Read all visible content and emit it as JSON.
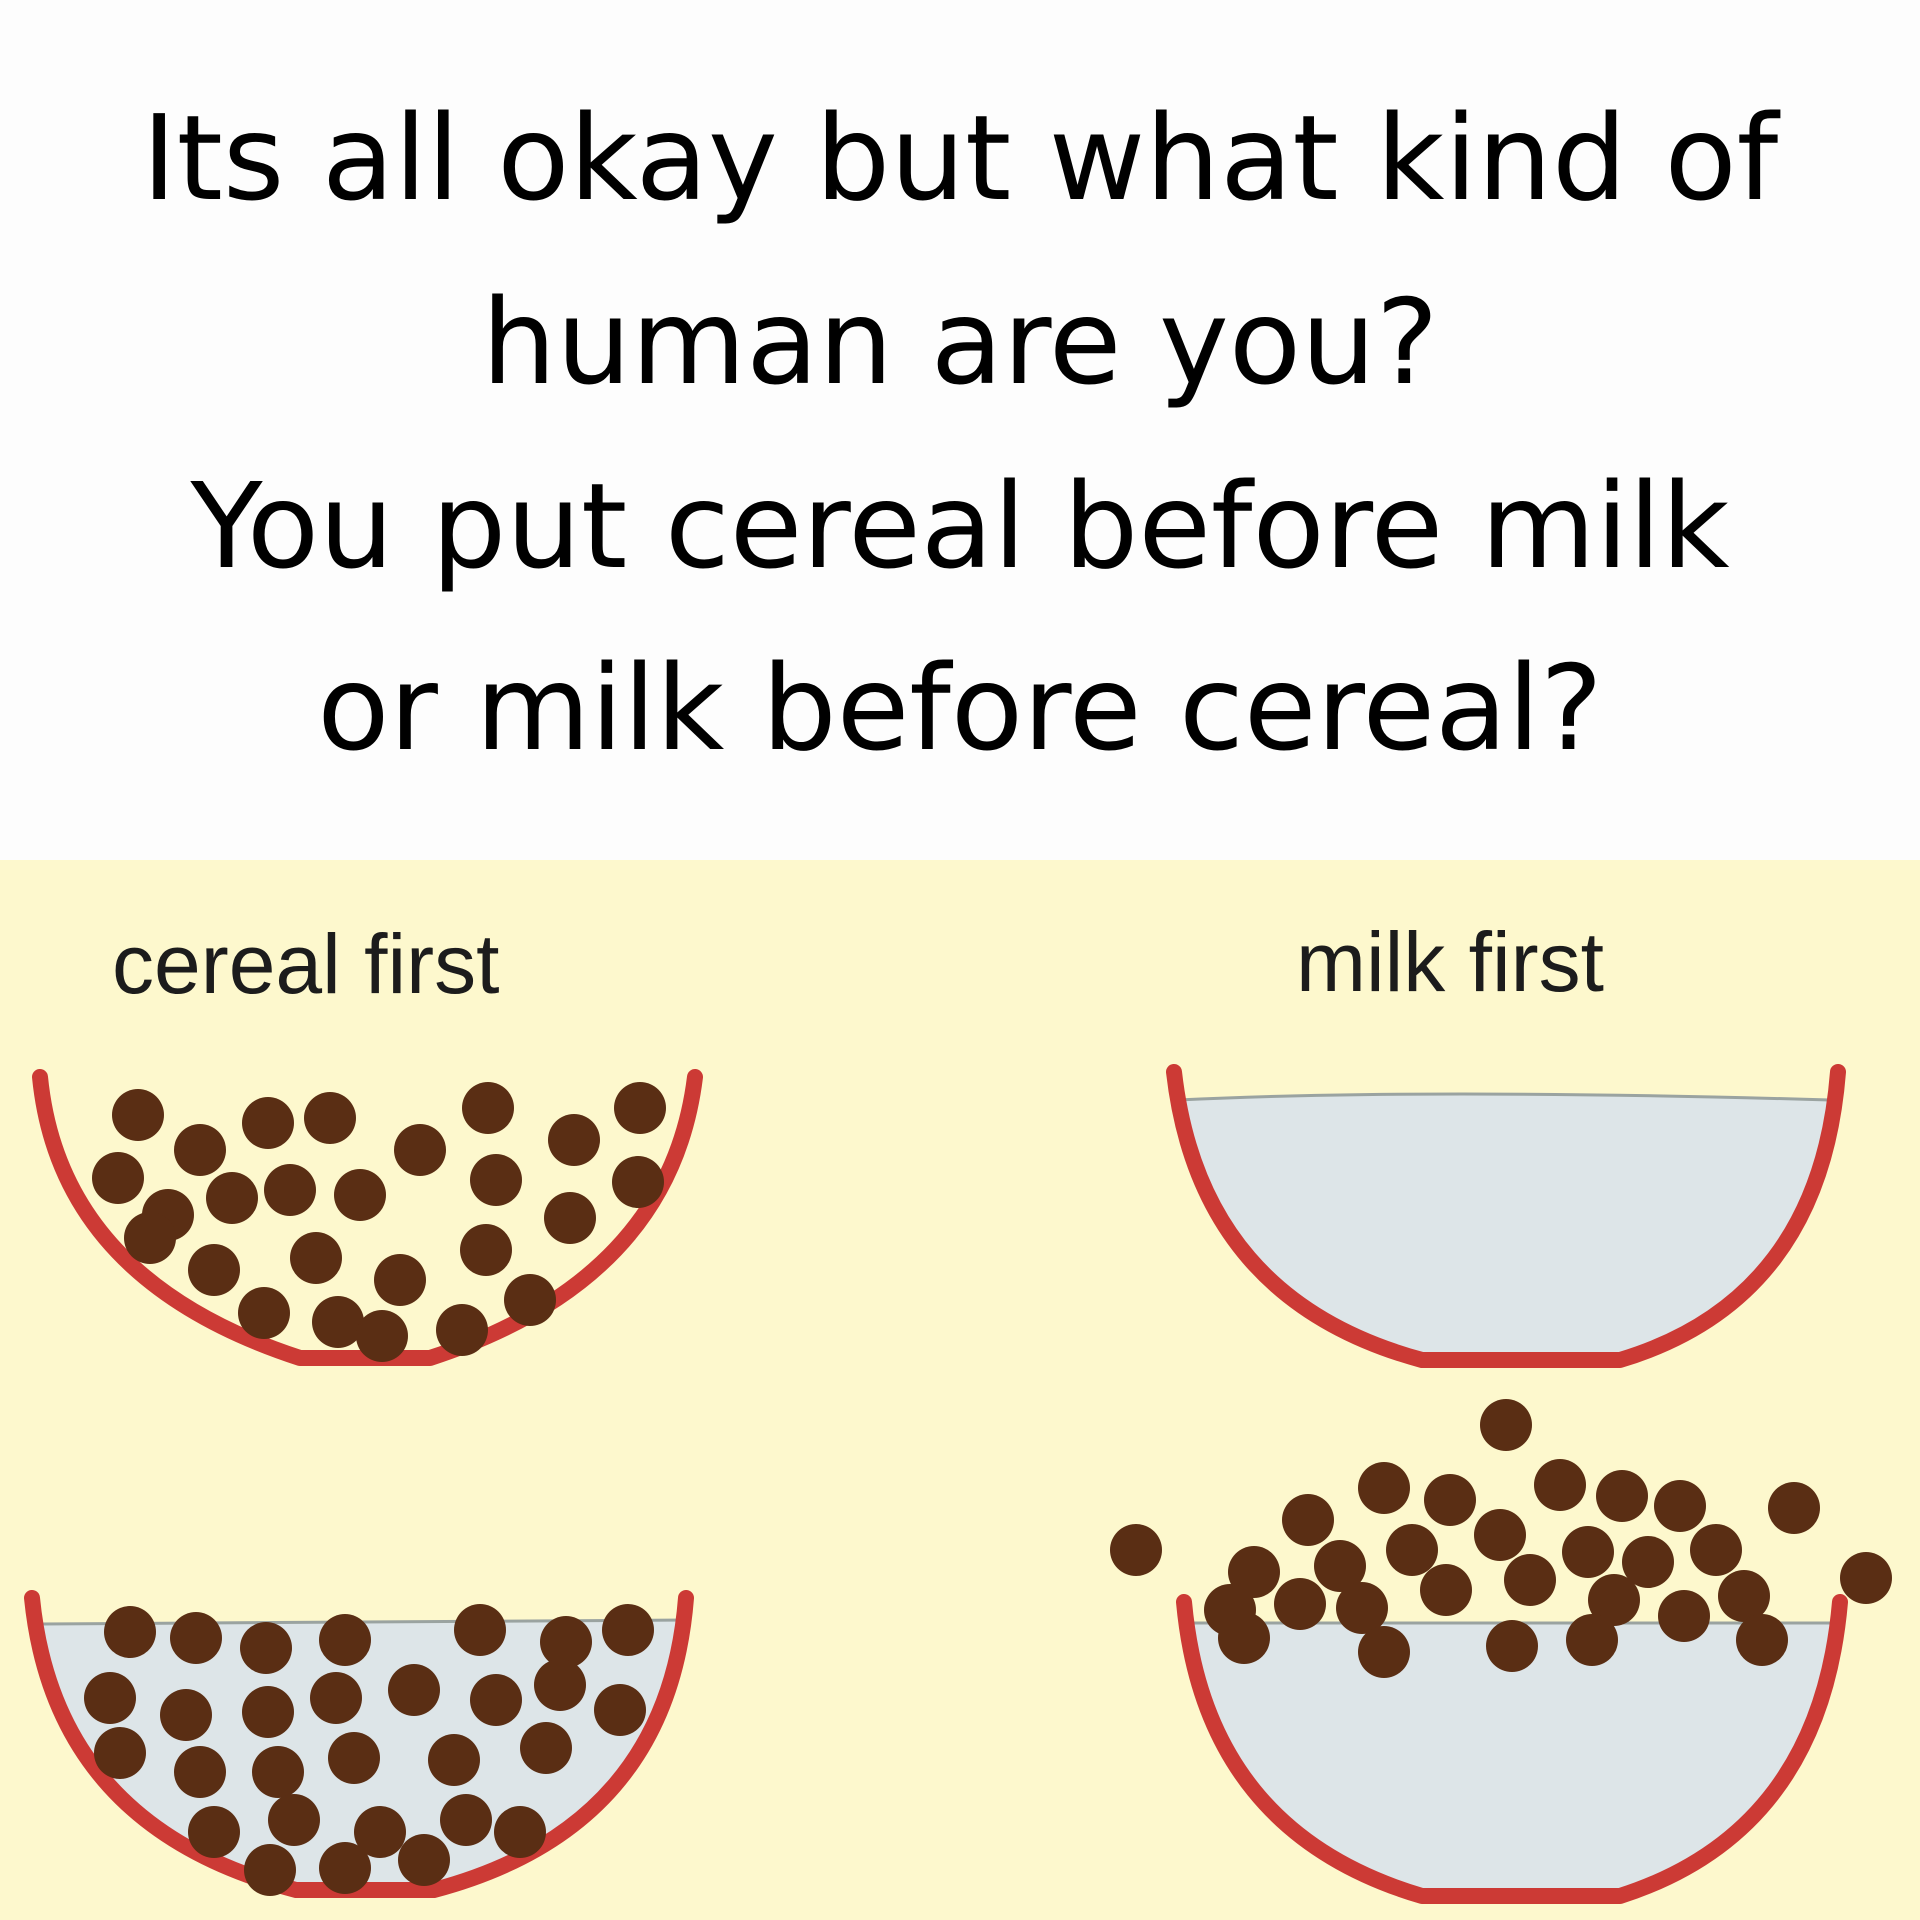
{
  "caption": {
    "line1": "Its all okay but what kind of",
    "line2": "human are you?",
    "line3": "You put cereal before milk",
    "line4": "or milk before cereal?"
  },
  "panels": {
    "left_label": "cereal first",
    "right_label": "milk first"
  },
  "colors": {
    "bowl": "#cc3a35",
    "milk": "#dde5e8",
    "cereal": "#5a2e14",
    "background": "#fdf8cd"
  }
}
